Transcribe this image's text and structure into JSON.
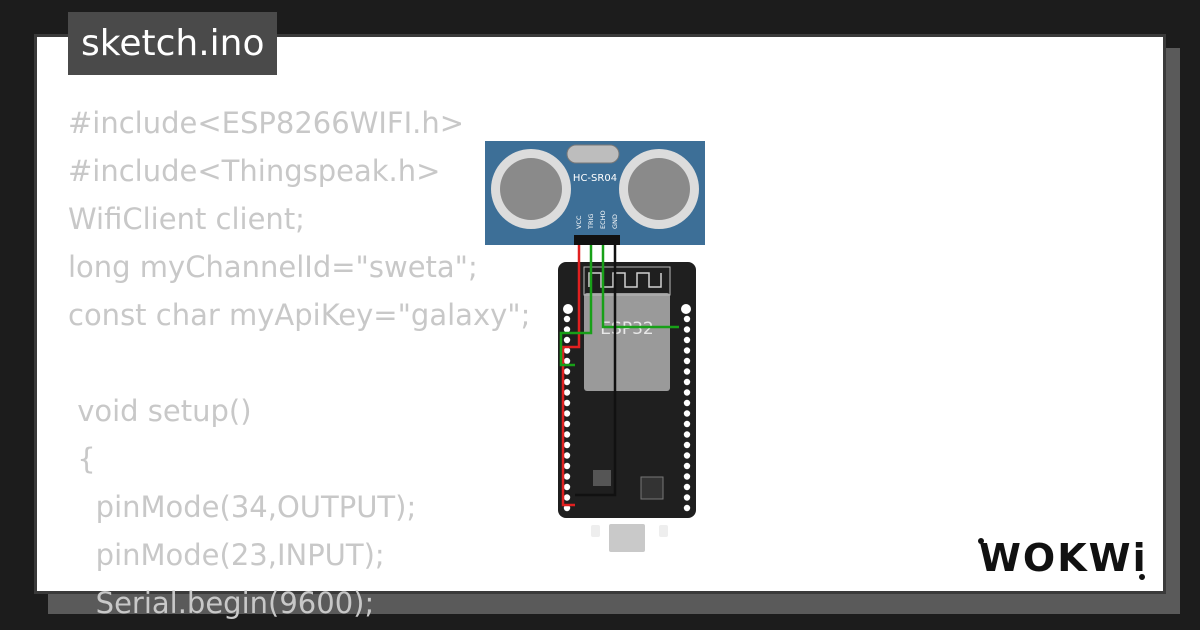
{
  "title_tag": "sketch.ino",
  "code_lines": [
    "#include<ESP8266WIFI.h>",
    "#include<Thingspeak.h>",
    "WifiClient client;",
    "long myChannelId=\"sweta\";",
    "const char myApiKey=\"galaxy\";",
    "",
    " void setup()",
    " {",
    "   pinMode(34,OUTPUT);",
    "   pinMode(23,INPUT);",
    "   Serial.begin(9600);"
  ],
  "sensor": {
    "model_label": "HC-SR04",
    "pins": [
      "VCC",
      "TRIG",
      "ECHO",
      "GND"
    ],
    "color": "#3d6f97"
  },
  "board": {
    "label": "ESP32",
    "color": "#1f1f1f"
  },
  "wires": {
    "vcc": "#e02020",
    "trig": "#18a018",
    "echo": "#18a018",
    "gnd": "#111111"
  },
  "brand": {
    "logo_text": "WOKWi"
  }
}
